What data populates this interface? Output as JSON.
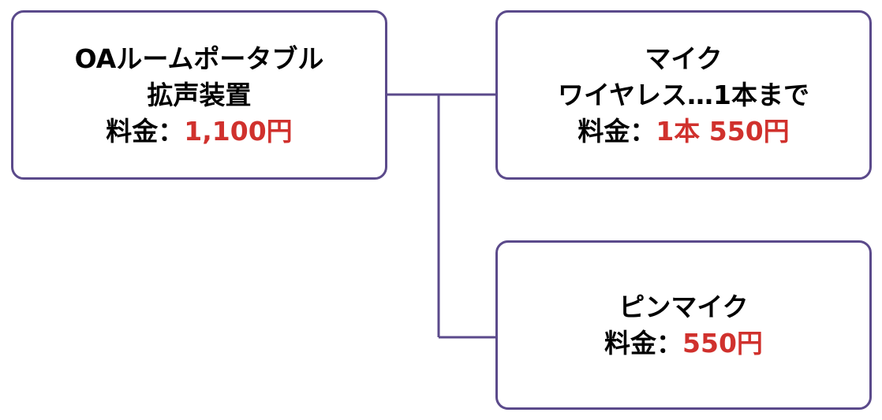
{
  "colors": {
    "border": "#5b4a8b",
    "connector": "#5b4a8b",
    "price": "#d0312d",
    "text": "#000000"
  },
  "main_item": {
    "name_line1": "OAルームポータブル",
    "name_line2": "拡声装置",
    "price_label": "料金：",
    "price_value": "1,100円"
  },
  "options": [
    {
      "name_line1": "マイク",
      "name_line2": "ワイヤレス…1本まで",
      "price_label": "料金：",
      "price_value": "1本 550円"
    },
    {
      "name_line1": "ピンマイク",
      "price_label": "料金：",
      "price_value": "550円"
    }
  ]
}
